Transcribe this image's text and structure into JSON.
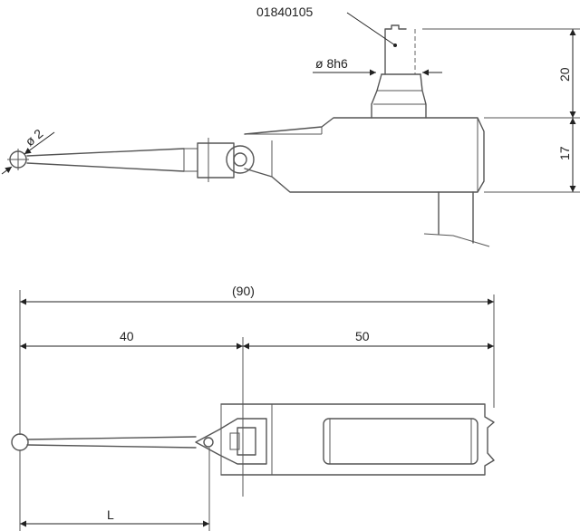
{
  "labels": {
    "part_number": "01840105",
    "shaft_diameter": "ø 8h6",
    "ball_diameter": "ø 2",
    "height_shaft": "20",
    "height_body": "17",
    "total_length": "(90)",
    "length_left": "40",
    "length_right": "50",
    "stylus_length": "L"
  },
  "colors": {
    "line": "#555555",
    "dimension": "#222222",
    "background": "#ffffff"
  }
}
